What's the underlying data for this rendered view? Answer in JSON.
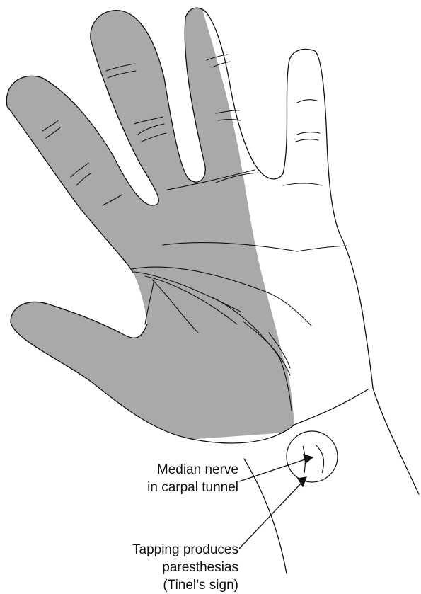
{
  "labels": {
    "median_nerve": {
      "line1": "Median nerve",
      "line2": "in carpal tunnel"
    },
    "tapping": {
      "line1": "Tapping produces",
      "line2": "paresthesias",
      "line3": "(Tinel’s sign)"
    }
  },
  "colors": {
    "median_nerve_region": "#a9a9a9",
    "outline": "#111111",
    "background": "#ffffff"
  }
}
